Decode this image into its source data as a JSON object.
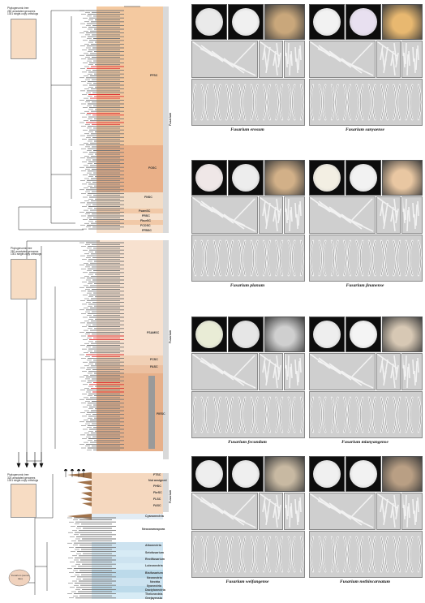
{
  "tree_panels": [
    {
      "header": [
        "Phylogenomic tree",
        "282 annotated genomes",
        "1301 single-copy orthologs"
      ],
      "clades": [
        "FFSC",
        "FOSC",
        "FNSC",
        "FsamSC",
        "FRSC",
        "FburSC",
        "FCOSC",
        "FFBSC"
      ],
      "genus_label": "Fusarium"
    },
    {
      "header": [
        "Phylogenomic tree",
        "282 annotated genomes",
        "1301 single-copy orthologs"
      ],
      "clades": [
        "FSAMSC",
        "FCSC",
        "FASC",
        "FIESC"
      ],
      "genus_label": "Fusarium"
    },
    {
      "header": [
        "Phylogenomic tree",
        "324 annotated genomes",
        "1301 single-copy orthologs"
      ],
      "clades": [
        "FTSC",
        "Not assigned",
        "FHSC",
        "FbrSC",
        "FLSC",
        "FASC",
        "Cyanonectria",
        "Neocosmospora",
        "Albonectria",
        "Setofusarium",
        "Rectifusarium",
        "Luteonectria",
        "Bisifusarium",
        "Neonectria",
        "Nectria",
        "Ilyonectria",
        "Dactylonectria",
        "Thelonectria",
        "Geejayessia"
      ],
      "genus_label": "Fusarium",
      "circle_label": "Fusarium (sensu lato)"
    }
  ],
  "species": [
    {
      "name": "Fusarium erosum"
    },
    {
      "name": "Fusarium sanyaense"
    },
    {
      "name": "Fusarium planum"
    },
    {
      "name": "Fusarium jinanense"
    },
    {
      "name": "Fusarium fecundum"
    },
    {
      "name": "Fusarium mianyangense"
    },
    {
      "name": "Fusarium weifangense"
    },
    {
      "name": "Fusarium nothincarnatum"
    }
  ]
}
